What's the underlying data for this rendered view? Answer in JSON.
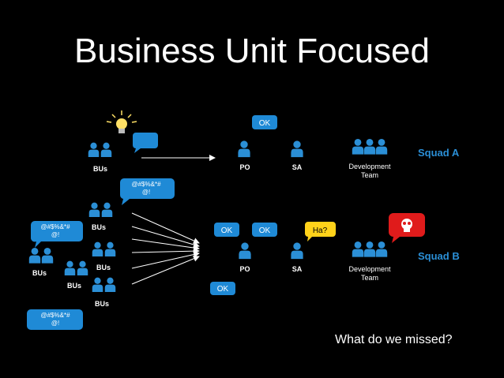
{
  "slide": {
    "title": "Business Unit Focused",
    "question": "What do we missed?"
  },
  "labels": {
    "bus": "BUs",
    "po": "PO",
    "sa": "SA",
    "dev_line1": "Development",
    "dev_line2": "Team",
    "squad_a": "Squad A",
    "squad_b": "Squad B"
  },
  "bubbles": {
    "ok": "OK",
    "ha": "Ha?",
    "swear_line1": "@#$%&*#",
    "swear_line2": "@!"
  },
  "colors": {
    "people": "#2b8fd6",
    "bubble_blue": "#1f8ad6",
    "bubble_yellow": "#ffd21a",
    "bubble_red": "#e01b1b",
    "squad_label": "#2b8fd6",
    "arrow": "#ffffff"
  },
  "icons": [
    "people-group-icon",
    "person-icon",
    "lightbulb-icon",
    "skull-icon",
    "arrow-icon",
    "speech-bubble-icon"
  ]
}
